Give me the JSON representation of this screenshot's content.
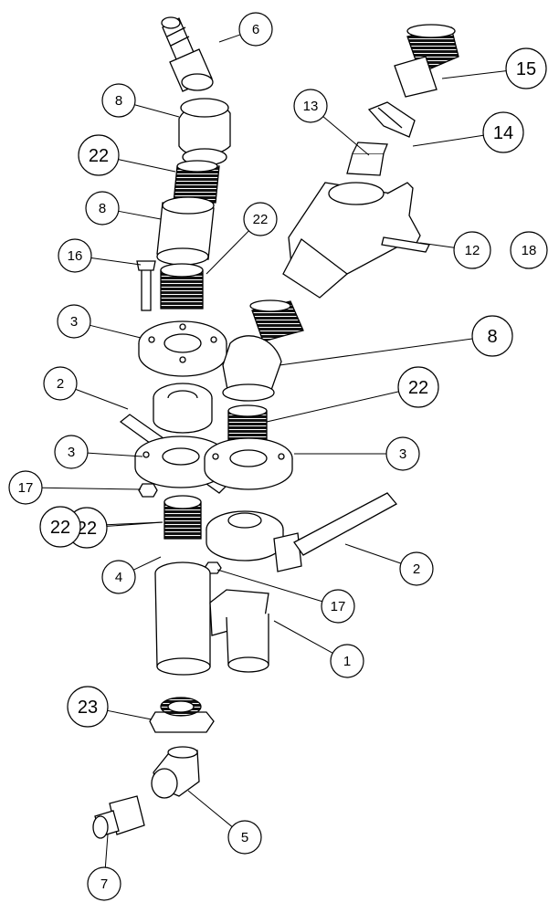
{
  "callouts": [
    {
      "id": "c6",
      "label": "6"
    },
    {
      "id": "c15",
      "label": "15"
    },
    {
      "id": "c8a",
      "label": "8"
    },
    {
      "id": "c13",
      "label": "13"
    },
    {
      "id": "c14",
      "label": "14"
    },
    {
      "id": "c22a",
      "label": "22"
    },
    {
      "id": "c8b",
      "label": "8"
    },
    {
      "id": "c22b",
      "label": "22"
    },
    {
      "id": "c12",
      "label": "12"
    },
    {
      "id": "c18",
      "label": "18"
    },
    {
      "id": "c16",
      "label": "16"
    },
    {
      "id": "c22c",
      "label": "22"
    },
    {
      "id": "c3a",
      "label": "3"
    },
    {
      "id": "c8c",
      "label": "8"
    },
    {
      "id": "c2a",
      "label": "2"
    },
    {
      "id": "c22d",
      "label": "22"
    },
    {
      "id": "c3b",
      "label": "3"
    },
    {
      "id": "c3c",
      "label": "3"
    },
    {
      "id": "c17a",
      "label": "17"
    },
    {
      "id": "c22e",
      "label": "22"
    },
    {
      "id": "c2b",
      "label": "2"
    },
    {
      "id": "c4",
      "label": "4"
    },
    {
      "id": "c17b",
      "label": "17"
    },
    {
      "id": "c1",
      "label": "1"
    },
    {
      "id": "c23",
      "label": "23"
    },
    {
      "id": "c5",
      "label": "5"
    },
    {
      "id": "c7",
      "label": "7"
    }
  ]
}
